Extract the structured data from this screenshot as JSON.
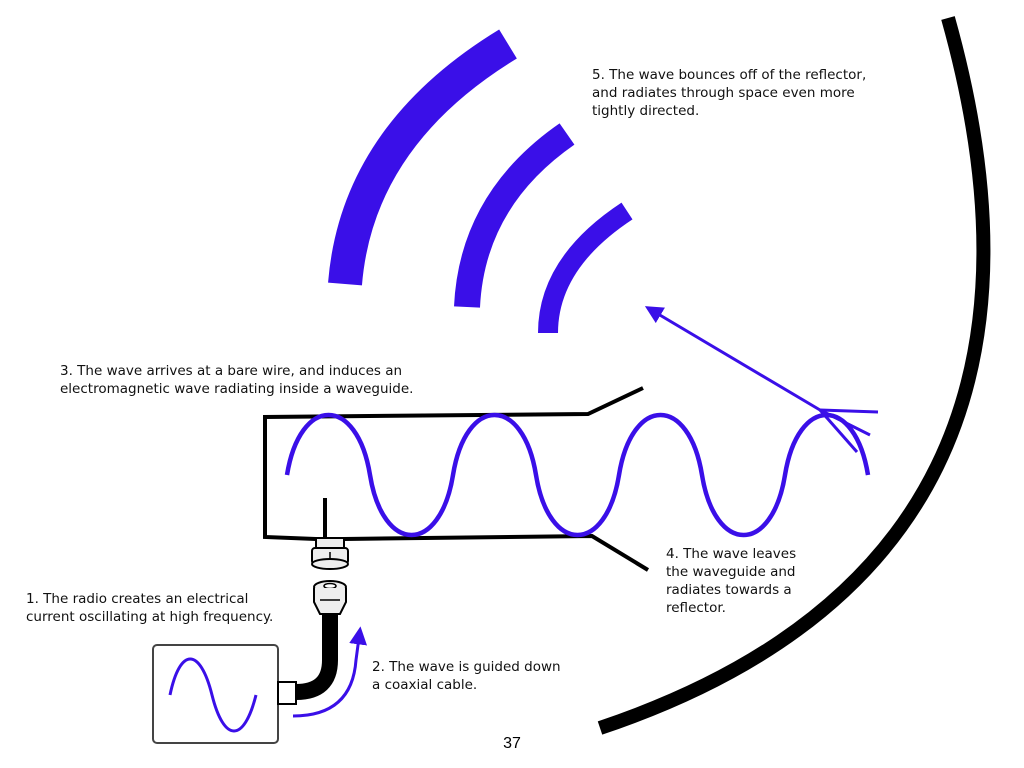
{
  "colors": {
    "wave": "#3a0fe8",
    "outline": "#000000",
    "radio_fill": "#ffffff",
    "radio_stroke": "#444444",
    "connector_fill": "#eeeeee"
  },
  "captions": {
    "step1": "1. The radio creates an electrical\ncurrent oscillating at high frequency.",
    "step2": "2. The wave is guided down\na coaxial cable.",
    "step3": "3. The wave arrives at a bare wire, and induces an\nelectromagnetic wave radiating inside a waveguide.",
    "step4": "4. The wave leaves\nthe waveguide and\nradiates towards a\nreflector.",
    "step5": "5. The wave bounces off of the reflector,\nand radiates through space even more\ntightly directed."
  },
  "page_number": "37"
}
